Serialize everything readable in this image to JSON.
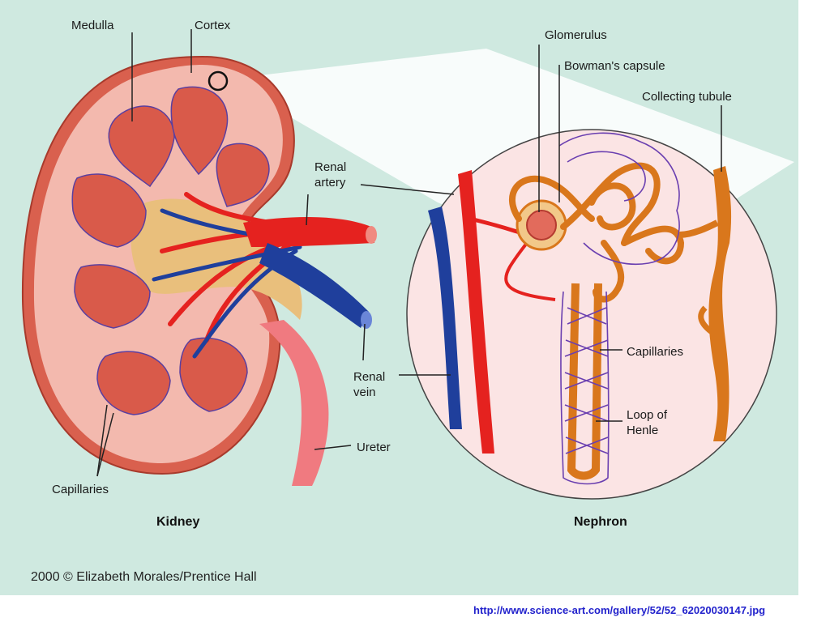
{
  "labels": {
    "medulla": "Medulla",
    "cortex": "Cortex",
    "renal_artery": "Renal artery",
    "renal_vein": "Renal vein",
    "ureter": "Ureter",
    "capillaries_kidney": "Capillaries",
    "glomerulus": "Glomerulus",
    "bowmans_capsule": "Bowman's capsule",
    "collecting_tubule": "Collecting tubule",
    "capillaries_nephron": "Capillaries",
    "loop_of_henle": "Loop of Henle"
  },
  "captions": {
    "kidney": "Kidney",
    "nephron": "Nephron"
  },
  "credit": "2000 © Elizabeth Morales/Prentice Hall",
  "source_url": "http://www.science-art.com/gallery/52/52_62020030147.jpg",
  "colors": {
    "background": "#cfe9e0",
    "kidney_cortex": "#f3b9ae",
    "kidney_outer": "#d9604e",
    "pyramid": "#d95a4a",
    "artery": "#e5221f",
    "vein": "#1f3f9c",
    "pelvis": "#e9bf7c",
    "nephron_tubule": "#d9771c",
    "capillary_net": "#6a3fb0"
  }
}
